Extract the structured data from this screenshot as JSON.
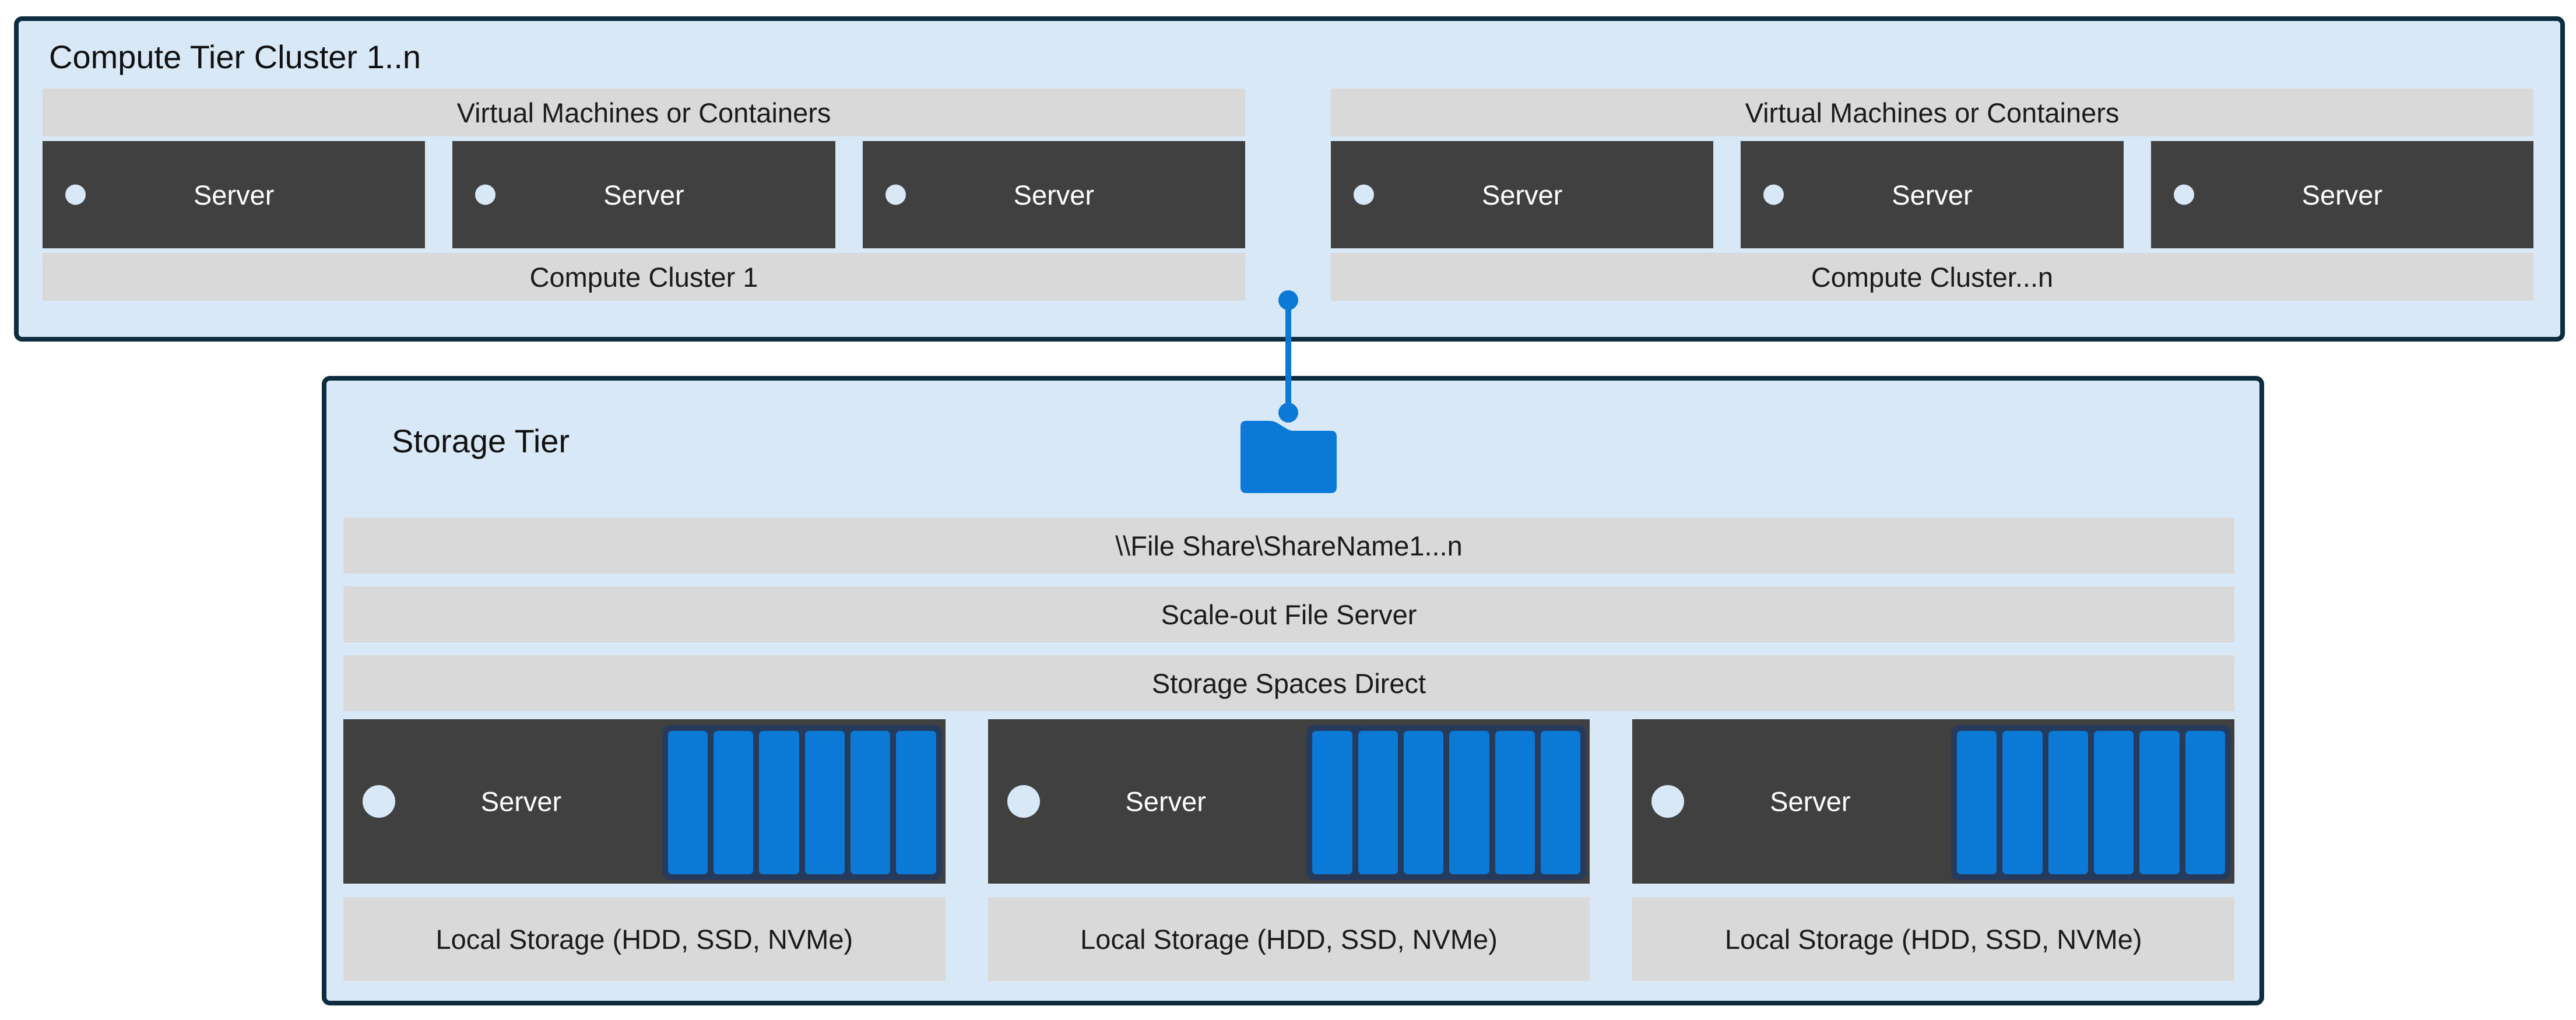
{
  "compute": {
    "title": "Compute Tier Cluster 1..n",
    "clusters": [
      {
        "vm_label": "Virtual Machines or Containers",
        "servers": [
          "Server",
          "Server",
          "Server"
        ],
        "cluster_label": "Compute Cluster 1"
      },
      {
        "vm_label": "Virtual Machines or Containers",
        "servers": [
          "Server",
          "Server",
          "Server"
        ],
        "cluster_label": "Compute Cluster...n"
      }
    ]
  },
  "storage": {
    "title": "Storage Tier",
    "bars": [
      "\\\\File Share\\ShareName1...n",
      "Scale-out File Server",
      "Storage Spaces Direct"
    ],
    "servers": [
      {
        "label": "Server",
        "disk_count": 6
      },
      {
        "label": "Server",
        "disk_count": 6
      },
      {
        "label": "Server",
        "disk_count": 6
      }
    ],
    "local_labels": [
      "Local Storage (HDD, SSD, NVMe)",
      "Local Storage (HDD, SSD, NVMe)",
      "Local Storage (HDD, SSD, NVMe)"
    ]
  },
  "icons": {
    "folder": "folder-icon",
    "connector": "connector-line",
    "server_indicator": "indicator-dot-icon",
    "disks": "disk-array-icon"
  },
  "colors": {
    "tier_fill": "#d9e8f7",
    "tier_border": "#0d2c3e",
    "bar_gray": "#d9d9d9",
    "server_dark": "#404040",
    "accent_blue": "#0b79d6",
    "disk_frame_navy": "#263a5b",
    "text_dark": "#1b1b1b",
    "text_light": "#ffffff"
  }
}
